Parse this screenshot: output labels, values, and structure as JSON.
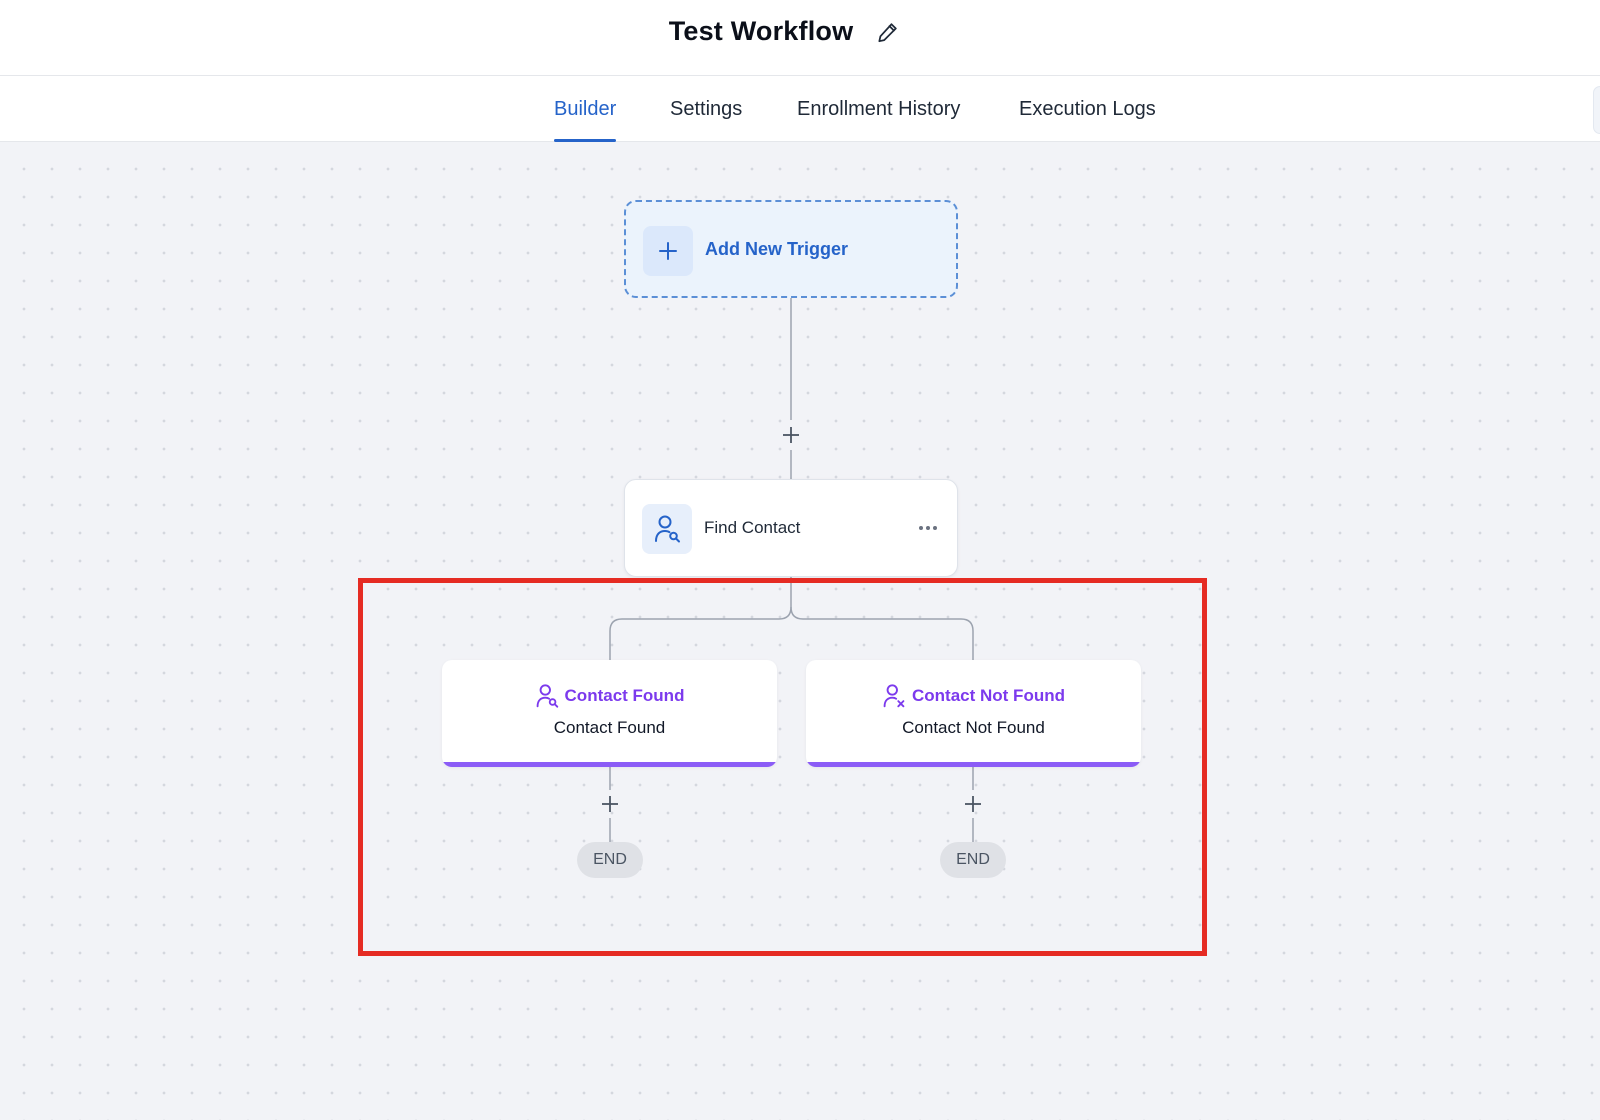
{
  "header": {
    "title": "Test Workflow"
  },
  "tabs": [
    {
      "label": "Builder",
      "active": true
    },
    {
      "label": "Settings",
      "active": false
    },
    {
      "label": "Enrollment History",
      "active": false
    },
    {
      "label": "Execution Logs",
      "active": false
    }
  ],
  "trigger": {
    "label": "Add New Trigger",
    "icon": "plus-icon"
  },
  "action": {
    "label": "Find Contact",
    "icon": "user-search-icon"
  },
  "branches": [
    {
      "title": "Contact Found",
      "subtitle": "Contact Found",
      "icon": "user-search-icon"
    },
    {
      "title": "Contact Not Found",
      "subtitle": "Contact Not Found",
      "icon": "user-x-icon"
    }
  ],
  "end_label": "END",
  "colors": {
    "accent_blue": "#2563c9",
    "branch_purple": "#8b5cf6",
    "highlight_red": "#e52b23"
  }
}
